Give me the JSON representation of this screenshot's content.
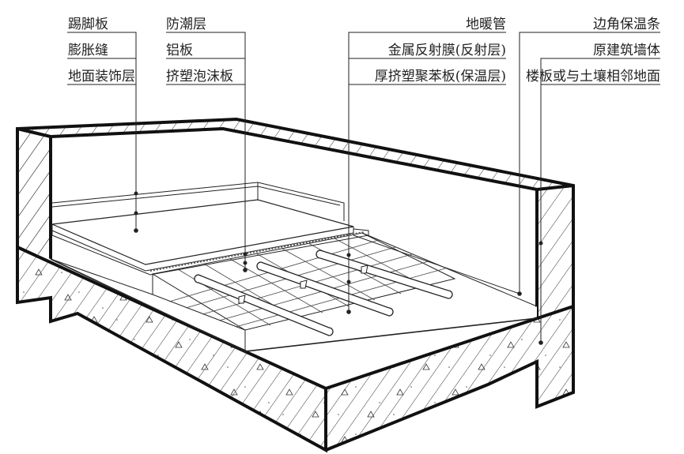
{
  "title": "地暖地面构造示意图",
  "labels_left": [
    "踢脚板",
    "膨胀缝",
    "地面装饰层"
  ],
  "labels_mid": [
    "防潮层",
    "铝板",
    "挤塑泡沫板"
  ],
  "labels_center": [
    "地暖管",
    "金属反射膜(反射层)",
    "厚挤塑聚苯板(保温层)"
  ],
  "labels_right": [
    "边角保温条",
    "原建筑墙体",
    "楼板或与土壤相邻地面"
  ],
  "colors": {
    "line": "#111111",
    "background": "#ffffff"
  }
}
